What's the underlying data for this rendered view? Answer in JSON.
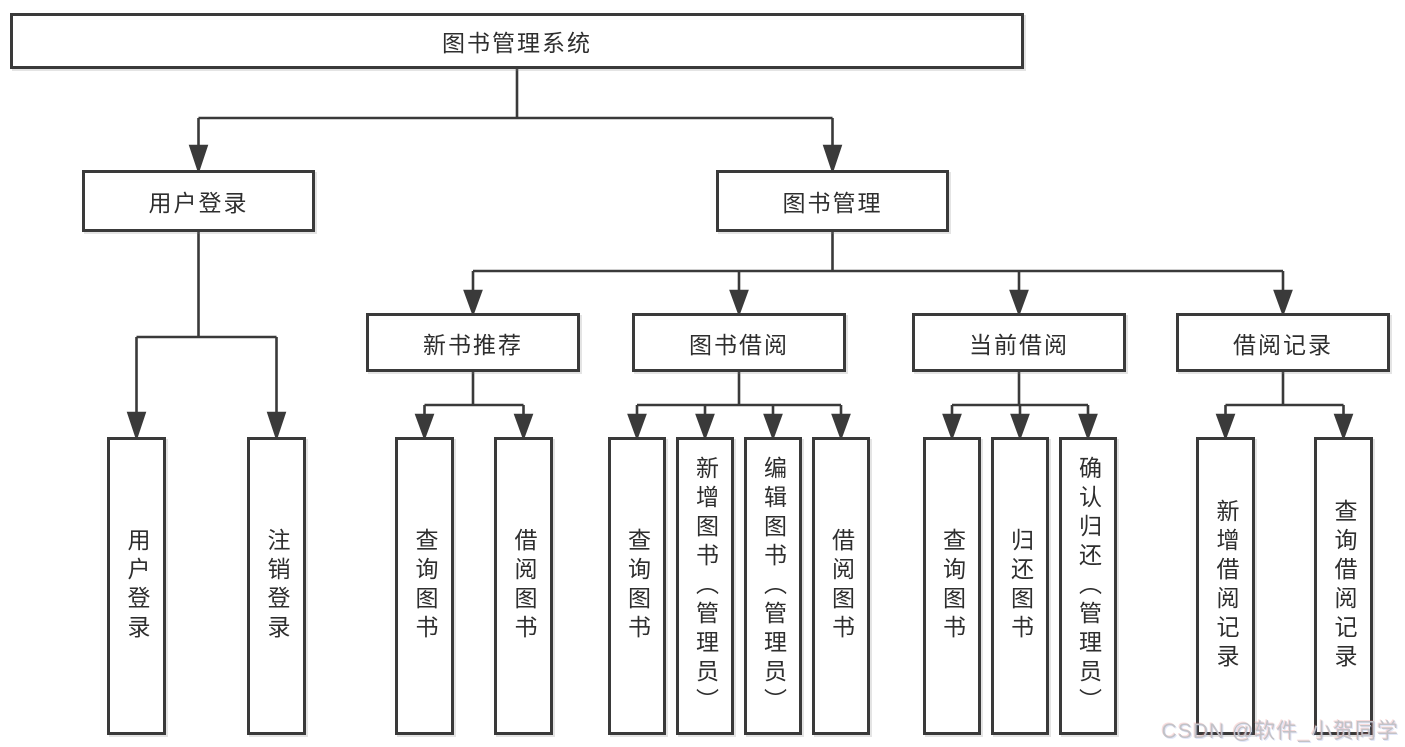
{
  "colors": {
    "background": "#ffffff",
    "line": "#3a3a3a",
    "box_border": "#3a3a3a",
    "text": "#2e2e2e",
    "watermark": "#c2c2c7"
  },
  "watermark": {
    "text": "CSDN @软件_小贺同学"
  },
  "diagram": {
    "root": {
      "label": "图书管理系统"
    },
    "branches": [
      {
        "label": "用户登录",
        "children": [
          {
            "label": "用户登录"
          },
          {
            "label": "注销登录"
          }
        ]
      },
      {
        "label": "图书管理",
        "children": [
          {
            "label": "新书推荐",
            "children": [
              {
                "label": "查询图书"
              },
              {
                "label": "借阅图书"
              }
            ]
          },
          {
            "label": "图书借阅",
            "children": [
              {
                "label": "查询图书"
              },
              {
                "label": "新增图书（管理员）"
              },
              {
                "label": "编辑图书（管理员）"
              },
              {
                "label": "借阅图书"
              }
            ]
          },
          {
            "label": "当前借阅",
            "children": [
              {
                "label": "查询图书"
              },
              {
                "label": "归还图书"
              },
              {
                "label": "确认归还（管理员）"
              }
            ]
          },
          {
            "label": "借阅记录",
            "children": [
              {
                "label": "新增借阅记录"
              },
              {
                "label": "查询借阅记录"
              }
            ]
          }
        ]
      }
    ]
  }
}
